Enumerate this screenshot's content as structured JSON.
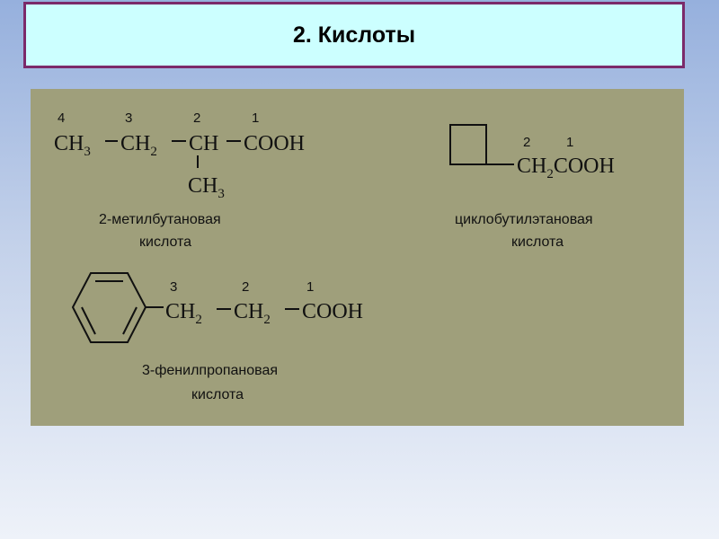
{
  "slide": {
    "title": "2. Кислоты"
  },
  "compounds": [
    {
      "name_line1": "2-метилбутановая",
      "name_line2": "кислота",
      "numbers": [
        "4",
        "3",
        "2",
        "1"
      ],
      "groups": {
        "ch3": "CH",
        "ch3_sub": "3",
        "ch2": "CH",
        "ch2_sub": "2",
        "ch": "CH",
        "cooh": "COOH",
        "branch": "CH",
        "branch_sub": "3"
      }
    },
    {
      "name_line1": "циклобутилэтановая",
      "name_line2": "кислота",
      "numbers": [
        "2",
        "1"
      ],
      "groups": {
        "ch2": "CH",
        "ch2_sub": "2",
        "cooh": "COOH"
      }
    },
    {
      "name_line1": "3-фенилпропановая",
      "name_line2": "кислота",
      "numbers": [
        "3",
        "2",
        "1"
      ],
      "groups": {
        "ch2a": "CH",
        "ch2a_sub": "2",
        "ch2b": "CH",
        "ch2b_sub": "2",
        "cooh": "COOH"
      }
    }
  ]
}
